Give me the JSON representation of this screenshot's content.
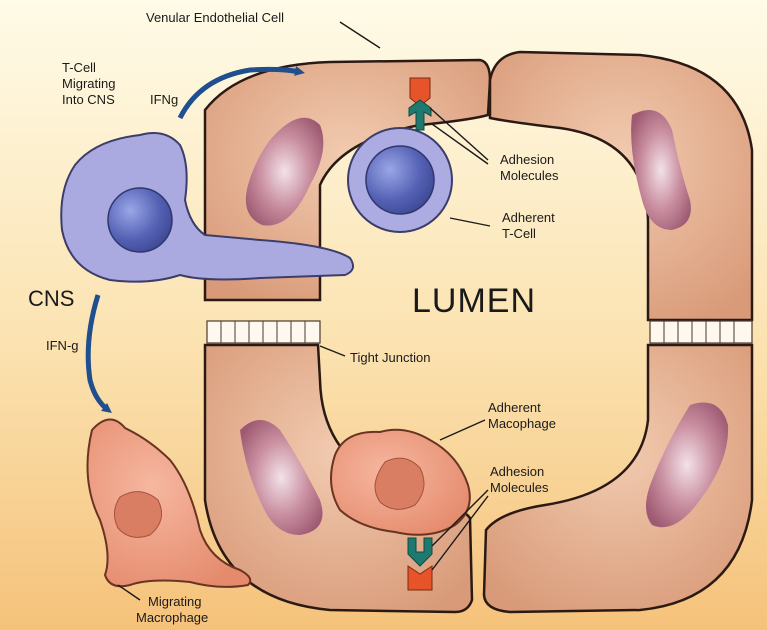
{
  "labels": {
    "venular_endothelial_cell": "Venular Endothelial Cell",
    "tcell_migrating_1": "T-Cell",
    "tcell_migrating_2": "Migrating",
    "tcell_migrating_3": "Into CNS",
    "ifn_top": "IFNg",
    "cns": "CNS",
    "ifn_left": "IFN-g",
    "adhesion_top_1": "Adhesion",
    "adhesion_top_2": "Molecules",
    "adherent_tcell_1": "Adherent",
    "adherent_tcell_2": "T-Cell",
    "lumen": "LUMEN",
    "tight_junction": "Tight Junction",
    "adherent_macrophage_1": "Adherent",
    "adherent_macrophage_2": "Macophage",
    "adhesion_bottom_1": "Adhesion",
    "adhesion_bottom_2": "Molecules",
    "migrating_macrophage_1": "Migrating",
    "migrating_macrophage_2": "Macrophage"
  },
  "colors": {
    "background_top": "#fffbe8",
    "background_bottom": "#f7c77e",
    "endothelium": "#e7b493",
    "endothelium_outline": "#2b1a14",
    "nucleus_pink": "#c88a9b",
    "tcell": "#a9a9e0",
    "tcell_nucleus": "#5b67b8",
    "macrophage": "#ea9a80",
    "macrophage_nucleus": "#dc8068",
    "arrow": "#1f4f8f",
    "adhesion_orange": "#e8542a",
    "adhesion_teal": "#1e7a6e"
  }
}
